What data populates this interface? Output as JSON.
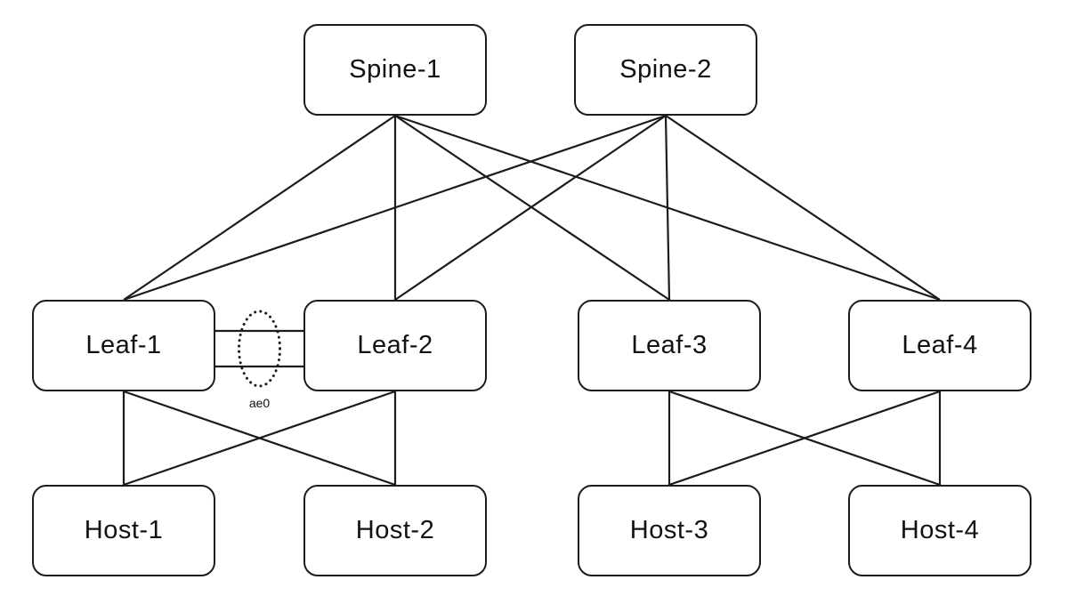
{
  "diagram": {
    "type": "spine-leaf-network-topology",
    "background_color": "#ffffff",
    "line_color": "#1c1c1c",
    "text_color": "#111111",
    "nodes": [
      {
        "id": "spine-1",
        "label": "Spine-1",
        "tier": "spine"
      },
      {
        "id": "spine-2",
        "label": "Spine-2",
        "tier": "spine"
      },
      {
        "id": "leaf-1",
        "label": "Leaf-1",
        "tier": "leaf"
      },
      {
        "id": "leaf-2",
        "label": "Leaf-2",
        "tier": "leaf"
      },
      {
        "id": "leaf-3",
        "label": "Leaf-3",
        "tier": "leaf"
      },
      {
        "id": "leaf-4",
        "label": "Leaf-4",
        "tier": "leaf"
      },
      {
        "id": "host-1",
        "label": "Host-1",
        "tier": "host"
      },
      {
        "id": "host-2",
        "label": "Host-2",
        "tier": "host"
      },
      {
        "id": "host-3",
        "label": "Host-3",
        "tier": "host"
      },
      {
        "id": "host-4",
        "label": "Host-4",
        "tier": "host"
      }
    ],
    "edges": [
      {
        "from": "spine-1",
        "to": "leaf-1"
      },
      {
        "from": "spine-1",
        "to": "leaf-2"
      },
      {
        "from": "spine-1",
        "to": "leaf-3"
      },
      {
        "from": "spine-1",
        "to": "leaf-4"
      },
      {
        "from": "spine-2",
        "to": "leaf-1"
      },
      {
        "from": "spine-2",
        "to": "leaf-2"
      },
      {
        "from": "spine-2",
        "to": "leaf-3"
      },
      {
        "from": "spine-2",
        "to": "leaf-4"
      },
      {
        "from": "leaf-1",
        "to": "leaf-2",
        "type": "lag",
        "label": "ae0",
        "member_links": 2
      },
      {
        "from": "leaf-1",
        "to": "host-1"
      },
      {
        "from": "leaf-1",
        "to": "host-2"
      },
      {
        "from": "leaf-2",
        "to": "host-1"
      },
      {
        "from": "leaf-2",
        "to": "host-2"
      },
      {
        "from": "leaf-3",
        "to": "host-3"
      },
      {
        "from": "leaf-3",
        "to": "host-4"
      },
      {
        "from": "leaf-4",
        "to": "host-3"
      },
      {
        "from": "leaf-4",
        "to": "host-4"
      }
    ]
  }
}
